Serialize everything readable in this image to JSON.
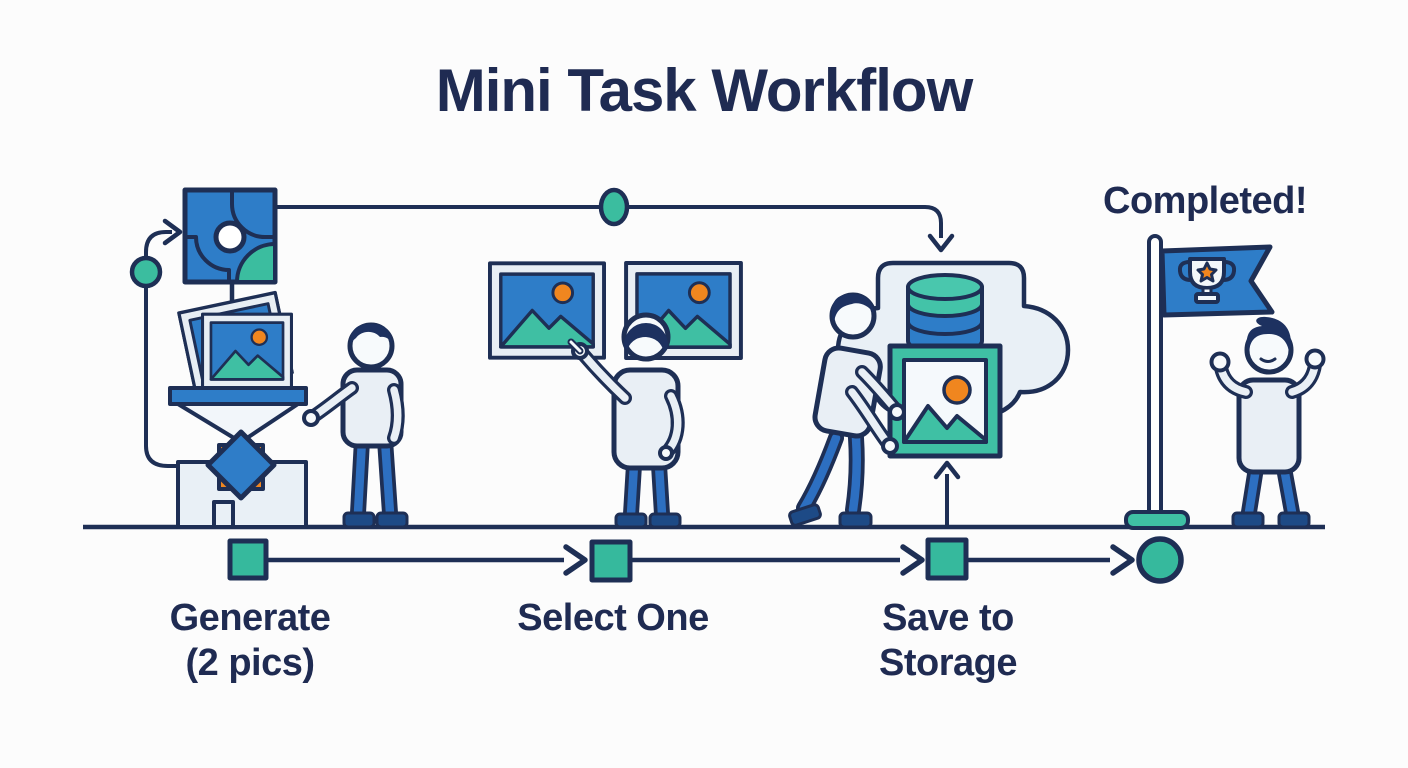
{
  "title": "Mini Task Workflow",
  "completed_label": "Completed!",
  "timeline": {
    "steps": [
      {
        "lines": [
          "Generate",
          "(2 pics)"
        ],
        "marker": "square"
      },
      {
        "lines": [
          "Select One"
        ],
        "marker": "square"
      },
      {
        "lines": [
          "Save to",
          "Storage"
        ],
        "marker": "square"
      }
    ],
    "end_marker": "circle"
  },
  "illustration": {
    "scenes": [
      "image-generator-machine",
      "person-observing-generator",
      "two-generated-pictures",
      "person-selecting-picture",
      "cloud-database-storage",
      "person-carrying-picture",
      "finish-flag-with-trophy",
      "person-celebrating"
    ]
  },
  "colors": {
    "navy_outline": "#1e2f55",
    "text_navy": "#1f2b52",
    "blue": "#2e7dc8",
    "pants_blue": "#2d6fc1",
    "shoe_blue": "#1d4a86",
    "teal": "#3bbd9f",
    "teal_light": "#49c7ad",
    "orange": "#f0861f",
    "panel_light": "#e9f0f6",
    "background": "#fcfcfc"
  }
}
